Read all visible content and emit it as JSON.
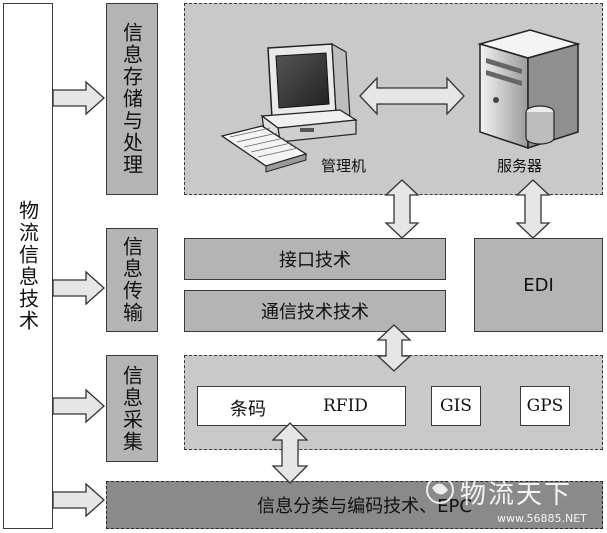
{
  "main_label": "物流信息技术",
  "categories": [
    {
      "label": "信息存储与处理"
    },
    {
      "label": "信息传输"
    },
    {
      "label": "信息采集"
    }
  ],
  "storage": {
    "computer_label": "管理机",
    "server_label": "服务器"
  },
  "transmission": {
    "interface_tech": "接口技术",
    "comm_tech": "通信技术技术",
    "edi": "EDI"
  },
  "collection": {
    "barcode": "条码",
    "rfid": "RFID",
    "gis": "GIS",
    "gps": "GPS"
  },
  "bottom_bar": "信息分类与编码技术、EPC",
  "watermark": {
    "brand": "物流天下",
    "url": "www.56885.NET"
  },
  "colors": {
    "panel_gray": "#b4b4b4",
    "dashed_fill": "#c9c9c9",
    "bottom_fill": "#8a8a8a"
  }
}
